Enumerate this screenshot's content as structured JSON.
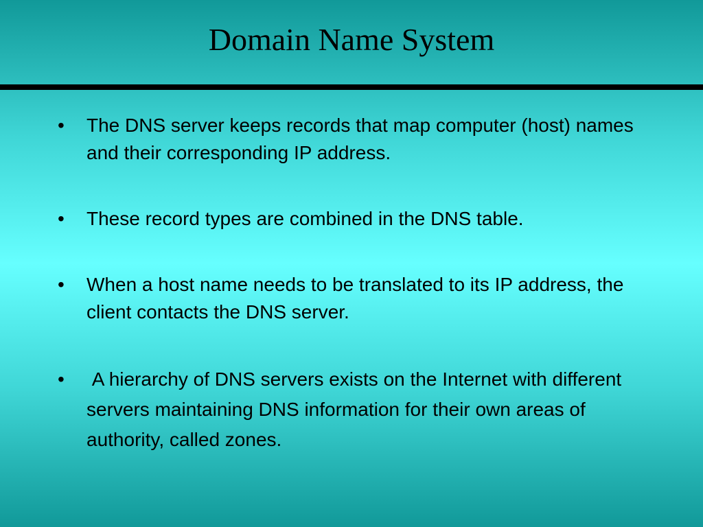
{
  "slide": {
    "title": "Domain Name System",
    "bullet_symbol": "•",
    "bullets": [
      "The DNS server keeps records that map computer (host) names and their corresponding IP address.",
      "These record types are combined in the DNS table.",
      "When a host name needs to be translated to its IP address, the client contacts the DNS server.",
      " A hierarchy of DNS servers exists on the Internet with different servers maintaining DNS information for their own areas of authority, called zones."
    ]
  },
  "colors": {
    "background_edge": "#119999",
    "background_center": "#66ffff",
    "text": "#000000",
    "rule": "#000000"
  }
}
